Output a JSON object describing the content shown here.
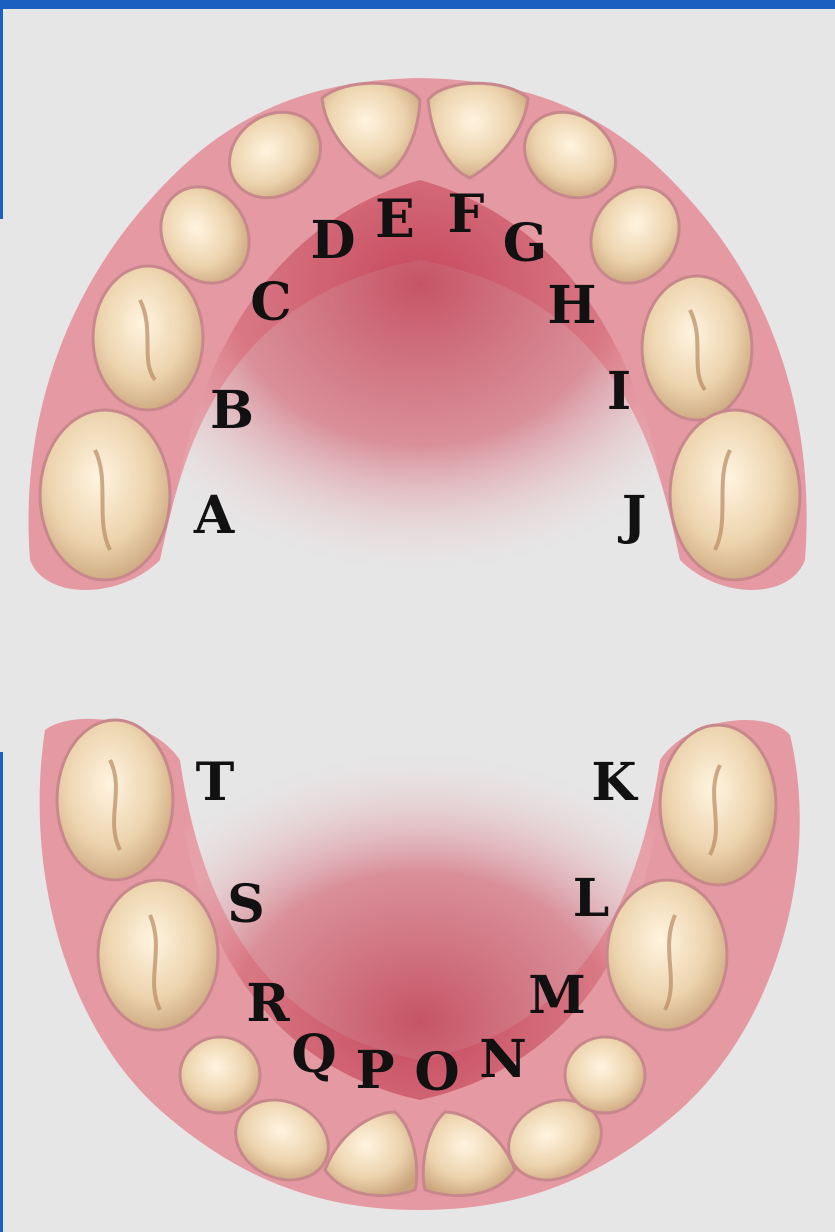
{
  "diagram": {
    "upper_arch_labels": [
      "A",
      "B",
      "C",
      "D",
      "E",
      "F",
      "G",
      "H",
      "I",
      "J"
    ],
    "lower_arch_labels": [
      "K",
      "L",
      "M",
      "N",
      "O",
      "P",
      "Q",
      "R",
      "S",
      "T"
    ]
  },
  "colors": {
    "background": "#e6e6e6",
    "accent_bar": "#1b5fc0",
    "gum": "#e08a94",
    "palate": "#c0384c",
    "tooth": "#e8cfa8",
    "label": "#111111"
  }
}
